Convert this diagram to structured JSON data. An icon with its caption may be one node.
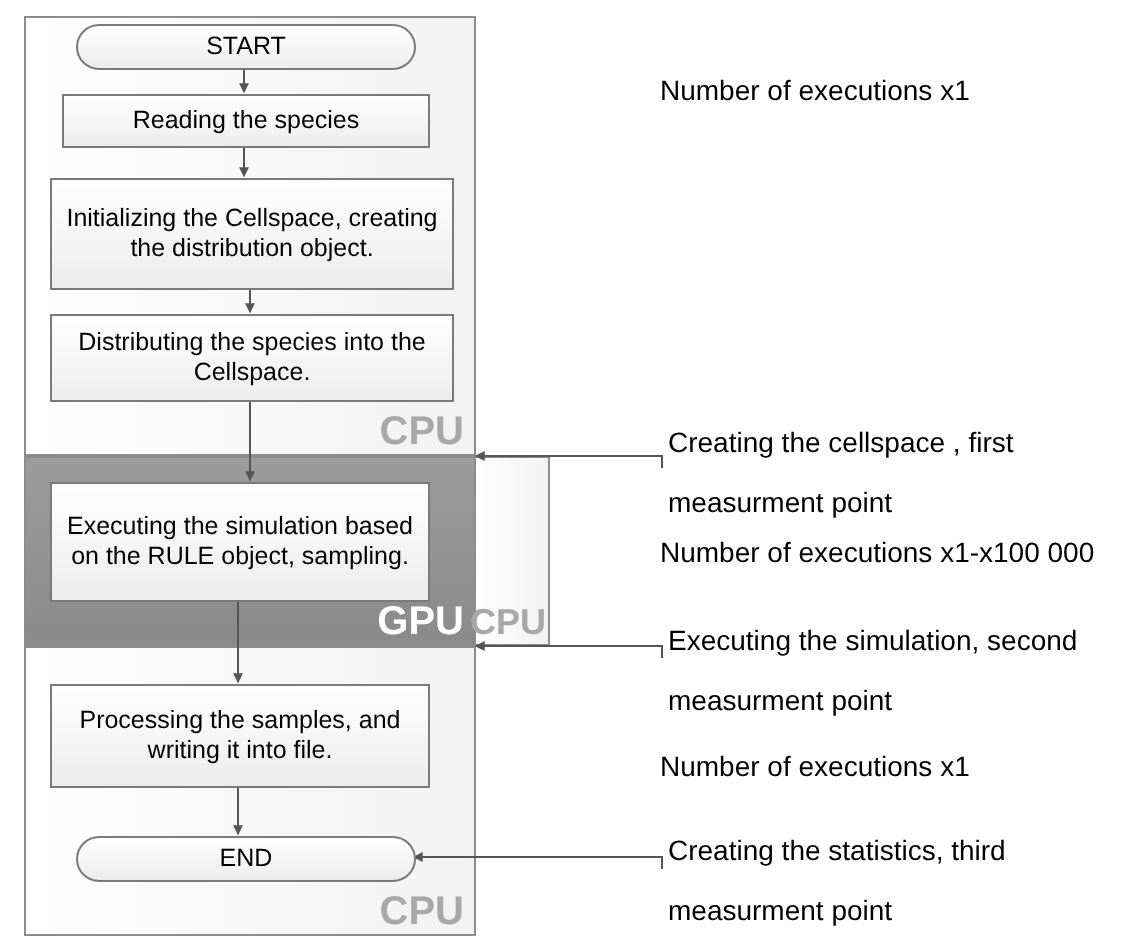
{
  "diagram": {
    "nodes": [
      {
        "text": [
          "CPU"
        ]
      },
      {
        "text": [
          "START"
        ],
        "in": 0
      },
      {
        "text": [
          "Reading the species"
        ],
        "in": 0
      },
      {
        "text": [
          "Initializing the Cellspace, creating the distribution object."
        ],
        "in": 0
      },
      {
        "text": [
          "Distributing the species into the Cellspace."
        ],
        "in": 0
      },
      {
        "text": [
          "GPU"
        ]
      },
      {
        "text": [
          "Executing the simulation based on the RULE object, sampling."
        ],
        "in": 5
      },
      {
        "text": [
          "CPU"
        ]
      },
      {
        "text": [
          "Processing the samples, and writing it into file."
        ],
        "in": 7
      },
      {
        "text": [
          "END"
        ],
        "in": 7
      },
      {
        "text": [
          "CPU"
        ]
      },
      {
        "text": [
          "Creating the cellspace , first measurment point"
        ]
      },
      {
        "text": [
          "Executing the simulation, second measurment point"
        ]
      },
      {
        "text": [
          "Creating the statistics, third measurment point"
        ]
      }
    ],
    "edges": [
      {
        "from": 1,
        "to": 2,
        "arrow": "to"
      },
      {
        "from": 2,
        "to": 3,
        "arrow": "to"
      },
      {
        "from": 3,
        "to": 4,
        "arrow": "to"
      },
      {
        "from": 4,
        "to": 6,
        "arrow": "to"
      },
      {
        "from": 6,
        "to": 8,
        "arrow": "to"
      },
      {
        "from": 8,
        "to": 9,
        "arrow": "to"
      },
      {
        "from": 11,
        "to": 5,
        "arrow": "to"
      },
      {
        "from": 12,
        "to": 7,
        "arrow": "to"
      },
      {
        "from": 13,
        "to": 9,
        "arrow": "to"
      }
    ],
    "labels": [
      "Number of executions x1",
      "Number of executions x1-x100 000",
      "Number of executions x1"
    ]
  }
}
